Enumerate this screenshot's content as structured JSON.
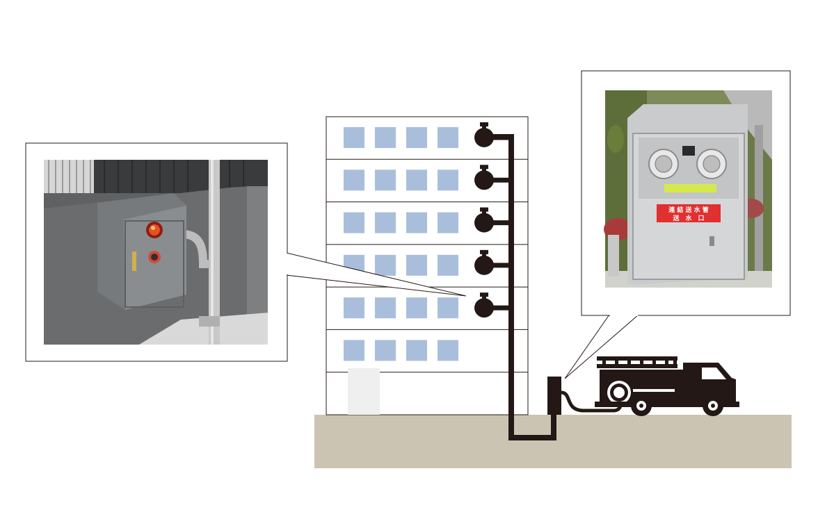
{
  "colors": {
    "ground": "#cbc4b3",
    "window": "#a8bedb",
    "pipe": "#231815",
    "building_line": "#231815",
    "sign_red": "#e03030",
    "sign_text": "#ffffff",
    "door": "#efefef"
  },
  "building": {
    "floors": 7,
    "windows_per_floor": 4,
    "outlet_floors": 5
  },
  "inlet_sign": {
    "line1": "連 結 送 水 管",
    "line2": "送　水　口"
  },
  "icons": {
    "outlet": "fire-hose-outlet-icon",
    "truck": "fire-engine-icon",
    "inlet": "siamese-connection-icon"
  }
}
